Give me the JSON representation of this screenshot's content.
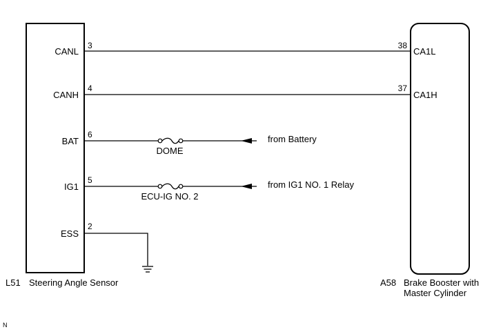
{
  "left_component": {
    "code": "L51",
    "name": "Steering Angle Sensor",
    "pins": [
      {
        "label": "CANL",
        "number": "3"
      },
      {
        "label": "CANH",
        "number": "4"
      },
      {
        "label": "BAT",
        "number": "6"
      },
      {
        "label": "IG1",
        "number": "5"
      },
      {
        "label": "ESS",
        "number": "2"
      }
    ]
  },
  "right_component": {
    "code": "A58",
    "name_line1": "Brake Booster with",
    "name_line2": "Master Cylinder",
    "pins": [
      {
        "label": "CA1L",
        "number": "38"
      },
      {
        "label": "CA1H",
        "number": "37"
      }
    ]
  },
  "fuses": [
    {
      "label": "DOME",
      "source": "from Battery"
    },
    {
      "label": "ECU-IG NO. 2",
      "source": "from IG1 NO. 1 Relay"
    }
  ],
  "footer_mark": "N"
}
